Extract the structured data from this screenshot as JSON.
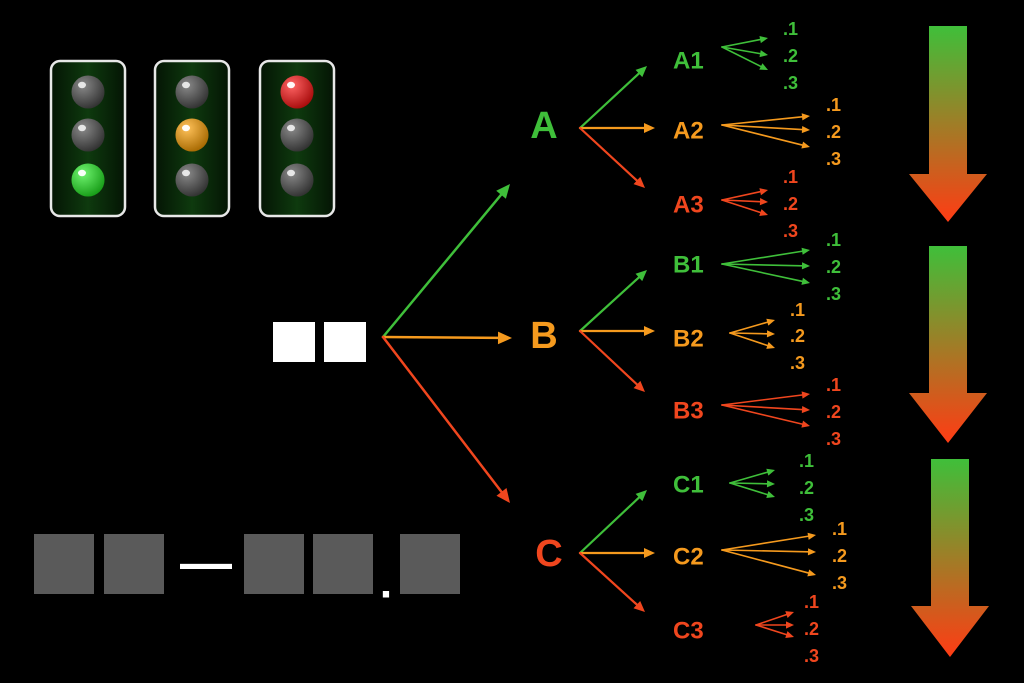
{
  "colors": {
    "green": "#3fbf3a",
    "orange": "#f59a1e",
    "red": "#f0461e",
    "background": "#000000",
    "box_white": "#ffffff",
    "box_gray": "#5a5a5a",
    "bulb_off": "#4a4a4a",
    "bulb_green": "#22ee22",
    "bulb_orange": "#ffa000",
    "bulb_red": "#ff1010",
    "housing": "#0b2a0b"
  },
  "traffic_lights": [
    {
      "name": "green-light",
      "lit": "green"
    },
    {
      "name": "amber-light",
      "lit": "orange"
    },
    {
      "name": "red-light",
      "lit": "red"
    }
  ],
  "root": {
    "boxes": 2,
    "box_color": "white"
  },
  "code_format": {
    "boxes_before_dash": 2,
    "dash": "—",
    "boxes_after_dash": 2,
    "dot": ".",
    "boxes_after_dot": 1
  },
  "level1": [
    {
      "label": "A",
      "color": "green"
    },
    {
      "label": "B",
      "color": "orange"
    },
    {
      "label": "C",
      "color": "red"
    }
  ],
  "level2": [
    {
      "label": "A1",
      "color": "green"
    },
    {
      "label": "A2",
      "color": "orange"
    },
    {
      "label": "A3",
      "color": "red"
    },
    {
      "label": "B1",
      "color": "green"
    },
    {
      "label": "B2",
      "color": "orange"
    },
    {
      "label": "B3",
      "color": "red"
    },
    {
      "label": "C1",
      "color": "green"
    },
    {
      "label": "C2",
      "color": "orange"
    },
    {
      "label": "C3",
      "color": "red"
    }
  ],
  "level3_labels": [
    ".1",
    ".2",
    ".3"
  ],
  "gradient_arrows": [
    {
      "from": "#3fbf3a",
      "to": "#ff3c14"
    },
    {
      "from": "#3fbf3a",
      "to": "#ff3c14"
    },
    {
      "from": "#3fbf3a",
      "to": "#ff3c14"
    }
  ]
}
